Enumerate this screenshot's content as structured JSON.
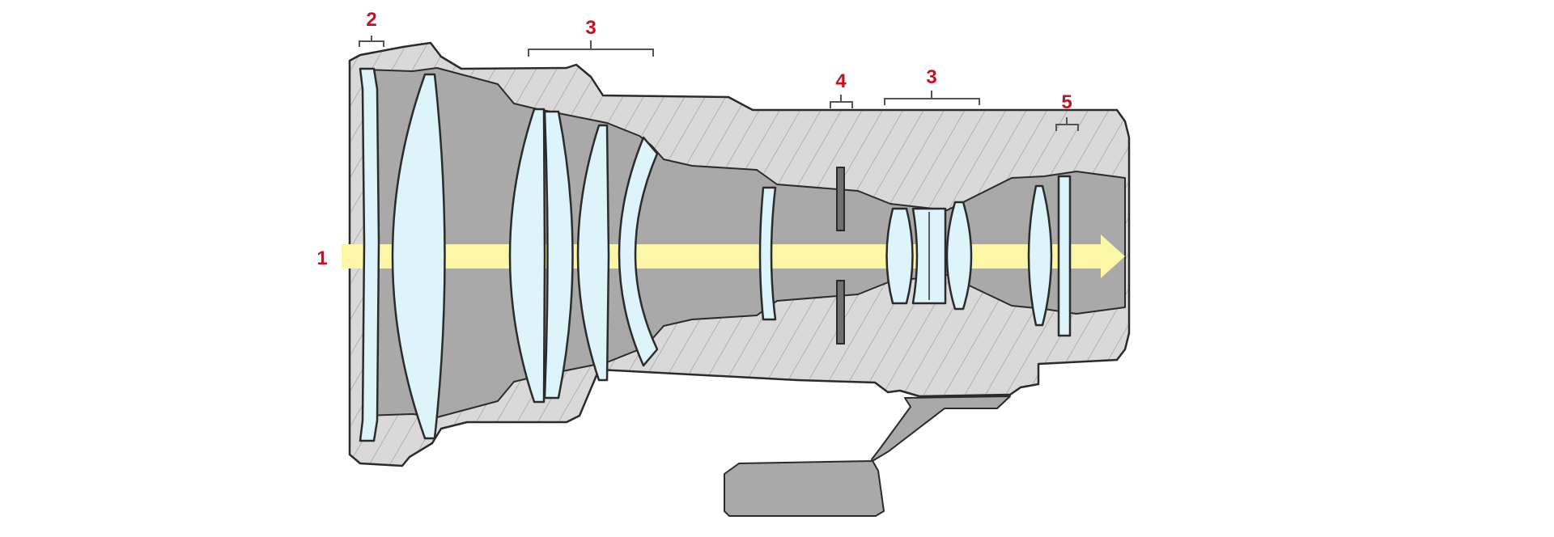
{
  "diagram": {
    "colors": {
      "callout": "#c8101e",
      "body_fill": "#d9d9d9",
      "cavity_fill": "#a9a9a9",
      "glass_fill": "#def4fb",
      "light_path": "#fbf7a6",
      "outline": "#2b2b2b"
    },
    "callouts": [
      {
        "id": "light-entry",
        "label": "1"
      },
      {
        "id": "front-element",
        "label": "2"
      },
      {
        "id": "front-group",
        "label": "3"
      },
      {
        "id": "aperture",
        "label": "4"
      },
      {
        "id": "rear-group",
        "label": "3"
      },
      {
        "id": "rear-element",
        "label": "5"
      }
    ]
  }
}
